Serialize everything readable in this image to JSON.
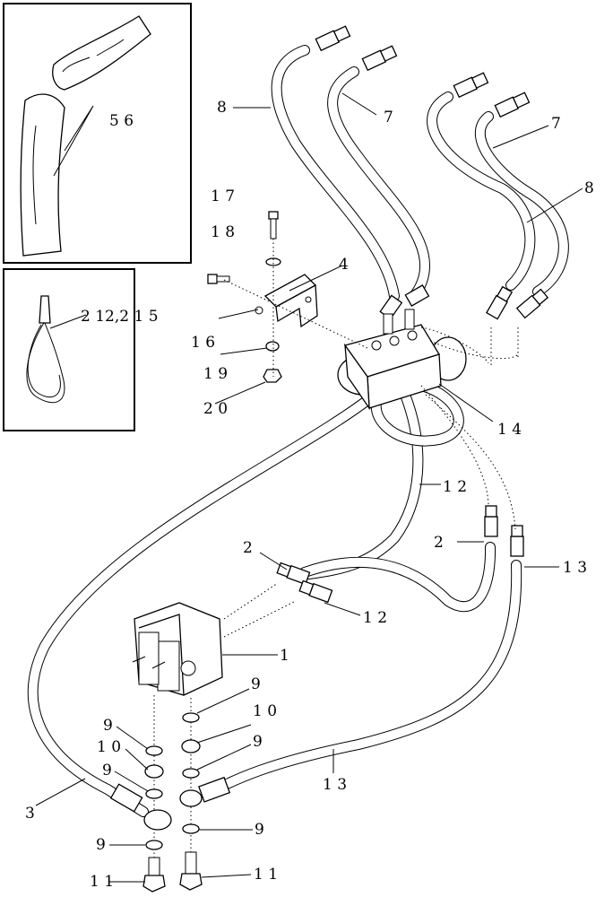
{
  "callouts": {
    "c56": "5 6",
    "c8a": "8",
    "c7a": "7",
    "c7b": "7",
    "c8b": "8",
    "c17": "1 7",
    "c18": "1 8",
    "c4": "4",
    "c212": "2 12,2  1 5",
    "c16": "1 6",
    "c19": "1 9",
    "c20": "2 0",
    "c14": "1 4",
    "c12a": "1 2",
    "c2a": "2",
    "c2b": "2",
    "c13a": "1 3",
    "c12b": "1 2",
    "c1": "1",
    "c9a": "9",
    "c9b": "9",
    "c10a": "1 0",
    "c10b": "1 0",
    "c9c": "9",
    "c9d": "9",
    "c13b": "1 3",
    "c3": "3",
    "c9e": "9",
    "c9f": "9",
    "c11a": "1 1",
    "c11b": "1 1"
  }
}
